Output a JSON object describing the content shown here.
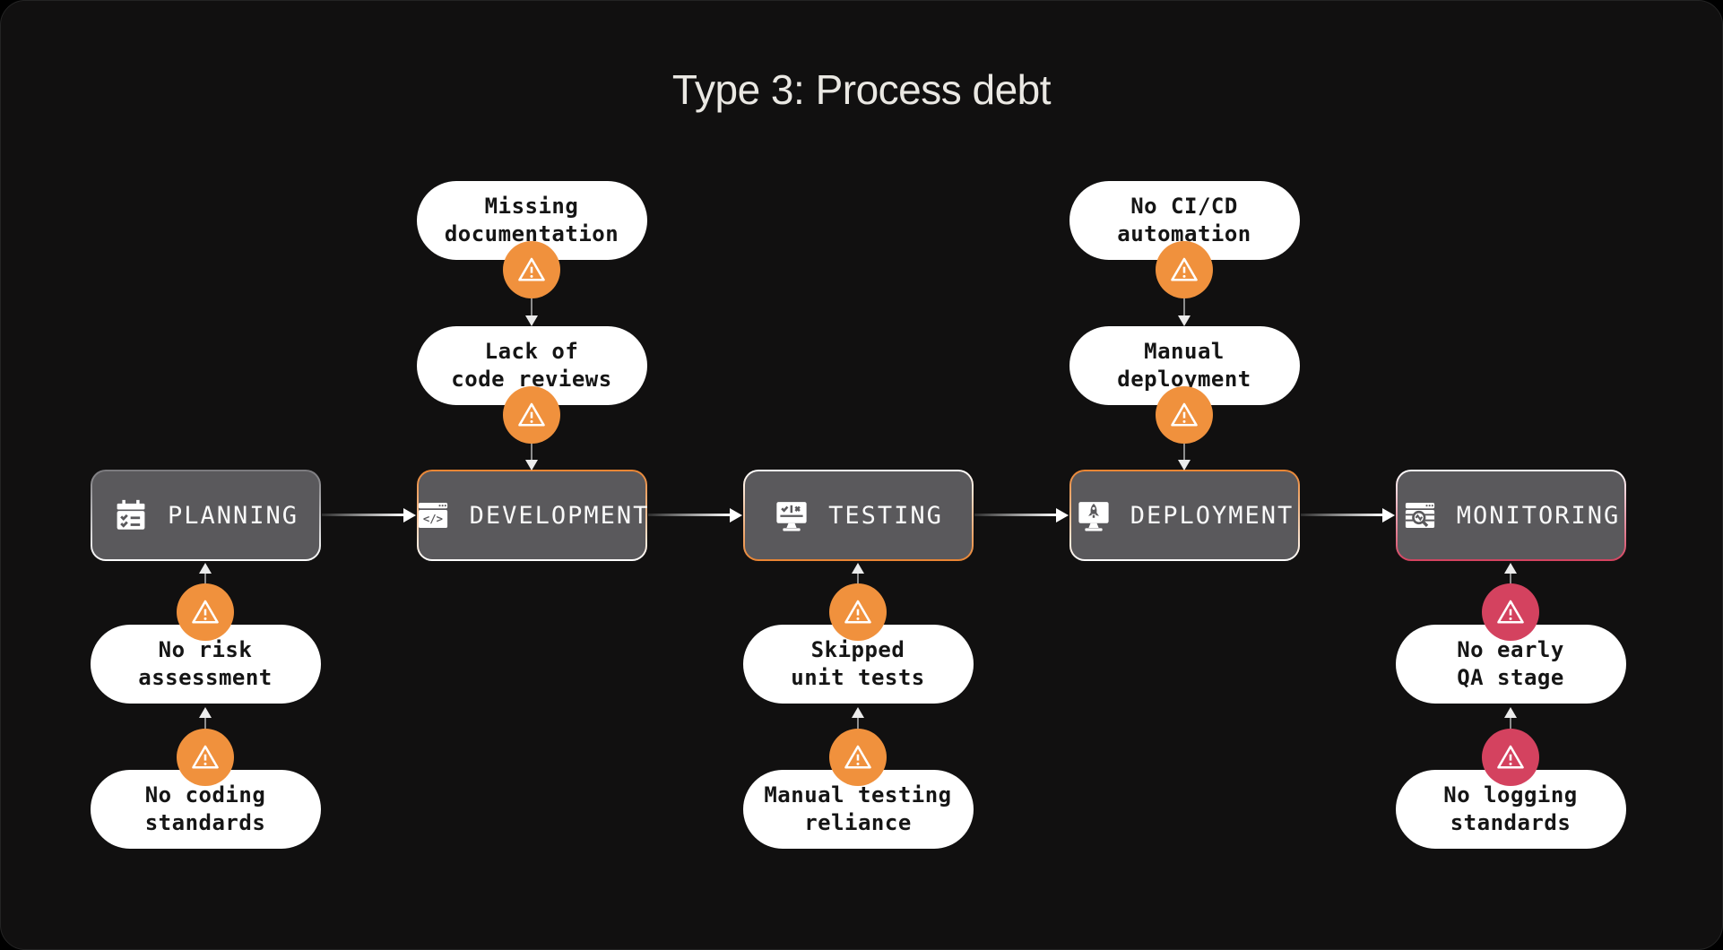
{
  "title": "Type 3: Process debt",
  "colors": {
    "background": "#111010",
    "box_fill": "#5a595c",
    "pill_fill": "#ffffff",
    "pill_text": "#151515",
    "warning_orange": "#F0913D",
    "warning_red": "#D4425F",
    "arrow_line": "#8d8d8d",
    "arrow_head": "#ffffff",
    "title_color": "#eae8e3"
  },
  "stages": [
    {
      "label": "PLANNING",
      "icon": "calendar-check-icon",
      "border_top": "#7a797d",
      "border_bottom": "#ffffff",
      "issues_position": "below",
      "issues": [
        {
          "text": "No risk\nassessment",
          "severity": "orange"
        },
        {
          "text": "No coding\nstandards",
          "severity": "orange"
        }
      ]
    },
    {
      "label": "DEVELOPMENT",
      "icon": "window-code-icon",
      "border_top": "#E98432",
      "border_bottom": "#ffffff",
      "issues_position": "above",
      "issues": [
        {
          "text": "Missing\ndocumentation",
          "severity": "orange"
        },
        {
          "text": "Lack of\ncode reviews",
          "severity": "orange"
        }
      ]
    },
    {
      "label": "TESTING",
      "icon": "monitor-test-icon",
      "border_top": "#ffffff",
      "border_bottom": "#E98432",
      "issues_position": "below",
      "issues": [
        {
          "text": "Skipped\nunit tests",
          "severity": "orange"
        },
        {
          "text": "Manual testing\nreliance",
          "severity": "orange"
        }
      ]
    },
    {
      "label": "DEPLOYMENT",
      "icon": "monitor-rocket-icon",
      "border_top": "#E98432",
      "border_bottom": "#ffffff",
      "issues_position": "above",
      "issues": [
        {
          "text": "No CI/CD\nautomation",
          "severity": "orange"
        },
        {
          "text": "Manual\ndeployment",
          "severity": "orange"
        }
      ]
    },
    {
      "label": "MONITORING",
      "icon": "window-search-icon",
      "border_top": "#ffffff",
      "border_bottom": "#D4425F",
      "issues_position": "below",
      "issues": [
        {
          "text": "No early\nQA stage",
          "severity": "red"
        },
        {
          "text": "No logging\nstandards",
          "severity": "red"
        }
      ]
    }
  ]
}
